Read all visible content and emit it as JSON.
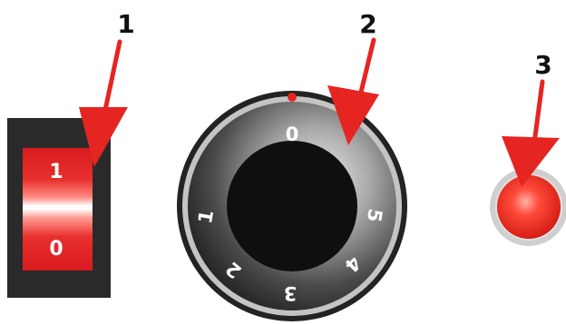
{
  "callouts": [
    {
      "number": "1",
      "target": "rocker-switch"
    },
    {
      "number": "2",
      "target": "rotary-knob"
    },
    {
      "number": "3",
      "target": "indicator-lamp"
    }
  ],
  "switch": {
    "on_label": "1",
    "off_label": "0",
    "state": "1"
  },
  "knob": {
    "dial_labels": [
      "0",
      "1",
      "2",
      "3",
      "4",
      "5"
    ],
    "pointer_position": "0"
  },
  "lamp": {
    "state": "on"
  },
  "colors": {
    "callout_red": "#e52521",
    "switch_housing": "#2a2a2a",
    "switch_red": "#e31e24",
    "knob_black": "#0f0f0f",
    "knob_ring_light": "#b8b8b8",
    "knob_ring_dark": "#222222",
    "lamp_red": "#ff3b30",
    "lamp_rim": "#c9c9c9"
  },
  "icons": {
    "arrow": "arrow-down-left-icon",
    "pointer_dot": "red-dot-icon"
  }
}
